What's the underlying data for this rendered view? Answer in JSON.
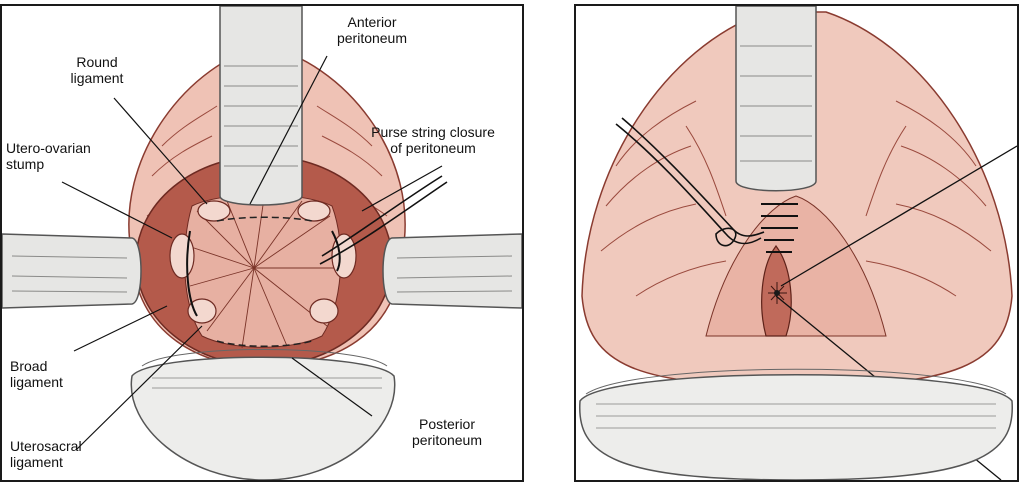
{
  "colors": {
    "tissue": "#d98f80",
    "tissue_dark": "#a8493d",
    "tissue_light": "#f2c4b8",
    "cavity": "#b85a4c",
    "retractor": "#e4e4e2",
    "retractor_line": "#7a7a78",
    "ink": "#1a1a1a"
  },
  "left_panel": {
    "labels": {
      "anterior_peritoneum_1": "Anterior",
      "anterior_peritoneum_2": "peritoneum",
      "round_ligament_1": "Round",
      "round_ligament_2": "ligament",
      "purse_string_1": "Purse string closure",
      "purse_string_2": "of peritoneum",
      "utero_ovarian_1": "Utero-ovarian",
      "utero_ovarian_2": "stump",
      "broad_ligament_1": "Broad",
      "broad_ligament_2": "ligament",
      "uterosacral_1": "Uterosacral",
      "uterosacral_2": "ligament",
      "posterior_peritoneum_1": "Posterior",
      "posterior_peritoneum_2": "peritoneum"
    }
  },
  "right_panel": {
    "labels": {}
  }
}
